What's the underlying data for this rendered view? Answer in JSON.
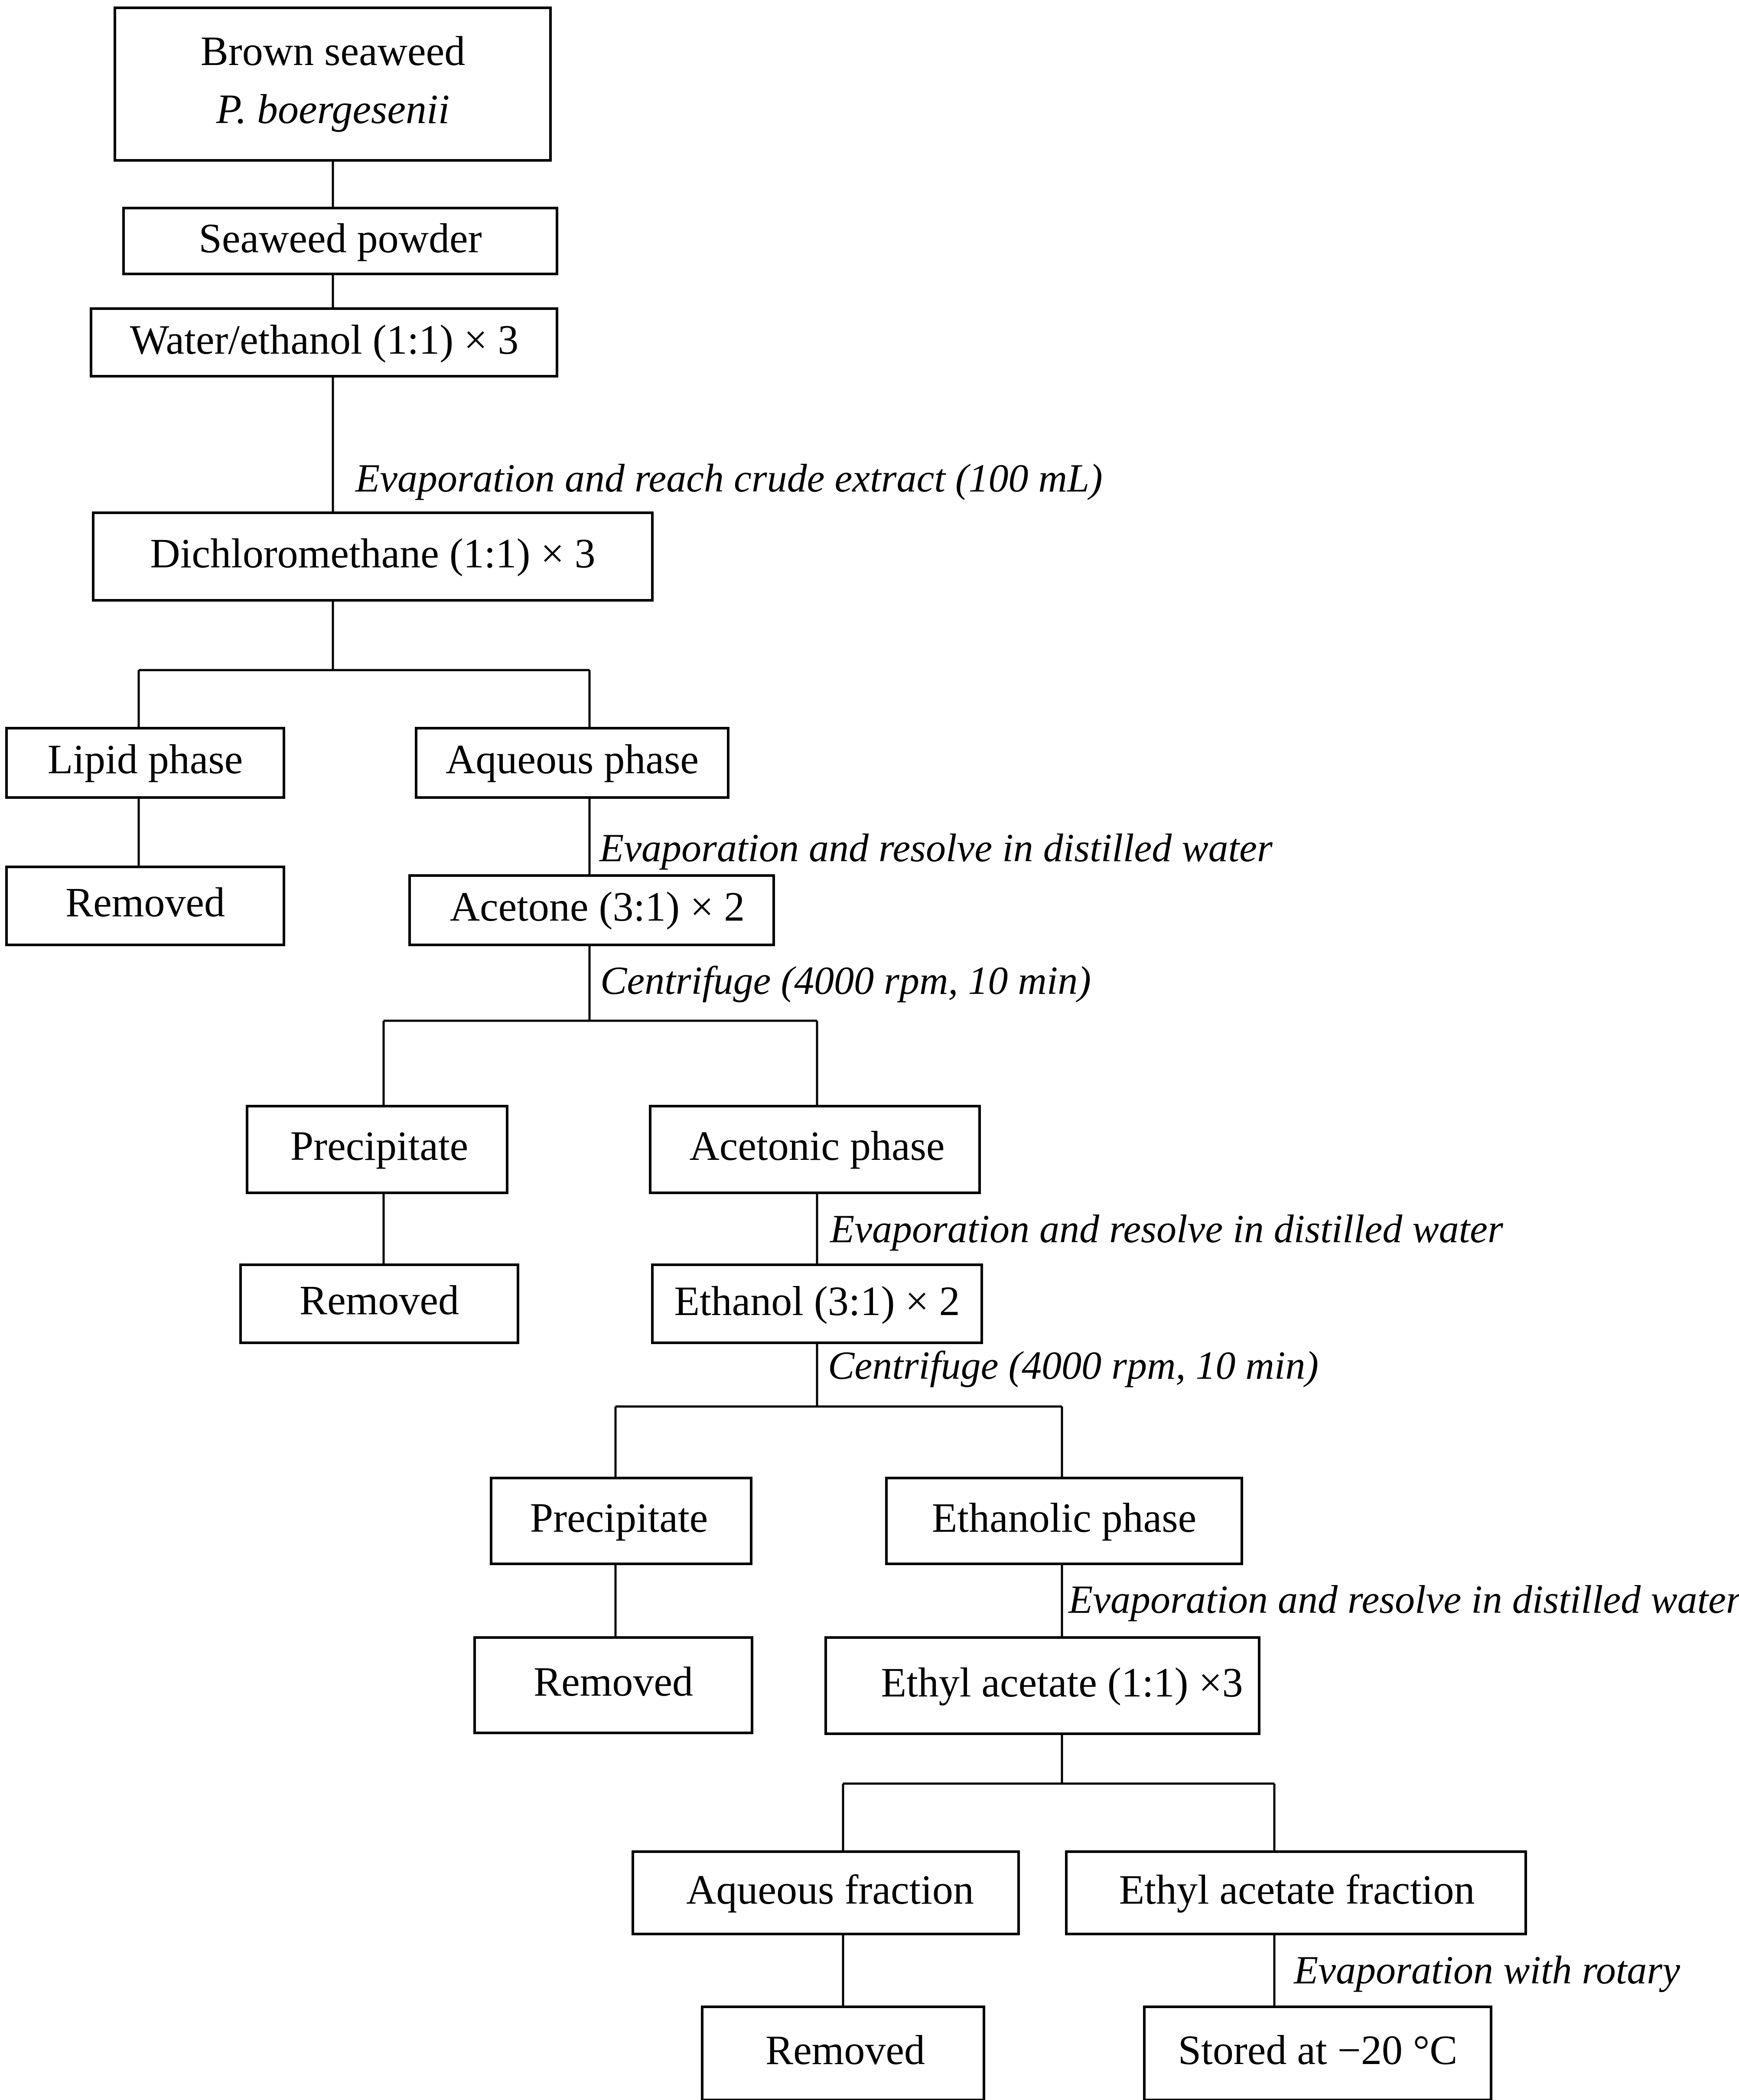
{
  "diagram": {
    "title": "Brown seaweed extraction and fractionation flowchart",
    "background_color": "#ffffff",
    "line_color": "#000000",
    "text_color": "#000000"
  },
  "nodes": {
    "brown_seaweed_line1": "Brown seaweed",
    "brown_seaweed_line2": "P. boergesenii",
    "seaweed_powder": "Seaweed powder",
    "water_ethanol": "Water/ethanol (1:1) × 3",
    "dichloromethane": "Dichloromethane (1:1) × 3",
    "lipid_phase": "Lipid phase",
    "aqueous_phase": "Aqueous phase",
    "removed_lipid": "Removed",
    "acetone": "Acetone (3:1) × 2",
    "precipitate_acetone": "Precipitate",
    "acetonic_phase": "Acetonic phase",
    "removed_precipitate_acetone": "Removed",
    "ethanol": "Ethanol (3:1) × 2",
    "precipitate_ethanol": "Precipitate",
    "ethanolic_phase": "Ethanolic phase",
    "removed_precipitate_ethanol": "Removed",
    "ethyl_acetate": "Ethyl acetate (1:1) ×3",
    "aqueous_fraction": "Aqueous fraction",
    "ethyl_acetate_fraction": "Ethyl acetate fraction",
    "removed_aqueous_fraction": "Removed",
    "stored": "Stored at −20 °C"
  },
  "edge_labels": {
    "crude_extract": "Evaporation and reach crude extract (100 mL)",
    "resolve_water_1": "Evaporation and resolve in distilled water",
    "centrifuge_1": "Centrifuge (4000 rpm, 10 min)",
    "resolve_water_2": "Evaporation and resolve in distilled water",
    "centrifuge_2": "Centrifuge (4000 rpm, 10 min)",
    "resolve_water_3": "Evaporation and resolve in distilled water",
    "rotary": "Evaporation with rotary"
  }
}
